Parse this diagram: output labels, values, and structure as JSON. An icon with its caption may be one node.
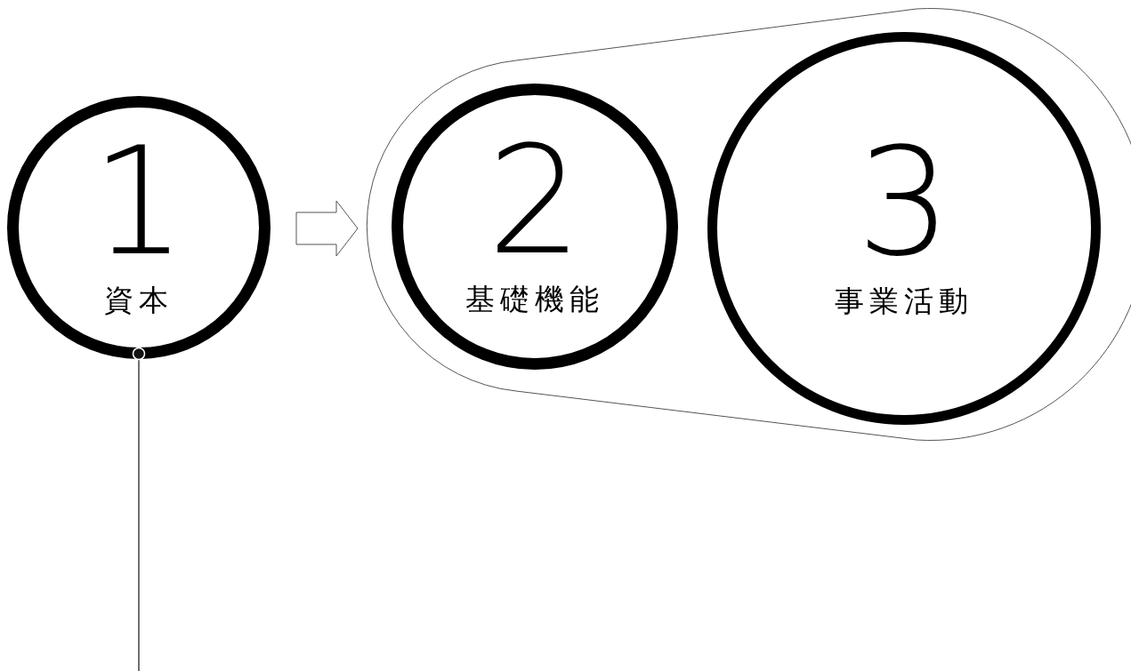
{
  "diagram": {
    "nodes": [
      {
        "text": [
          "1",
          "資本"
        ]
      },
      {
        "text": [],
        "shape": "capsule"
      },
      {
        "text": [
          "2",
          "基礎機能"
        ],
        "in": 1
      },
      {
        "text": [
          "3",
          "事業活動"
        ],
        "in": 1
      }
    ],
    "edges": [
      {
        "from": 0,
        "to": 1,
        "arrow": "to"
      },
      {
        "from": 0,
        "to": null,
        "arrow": "other"
      }
    ]
  }
}
